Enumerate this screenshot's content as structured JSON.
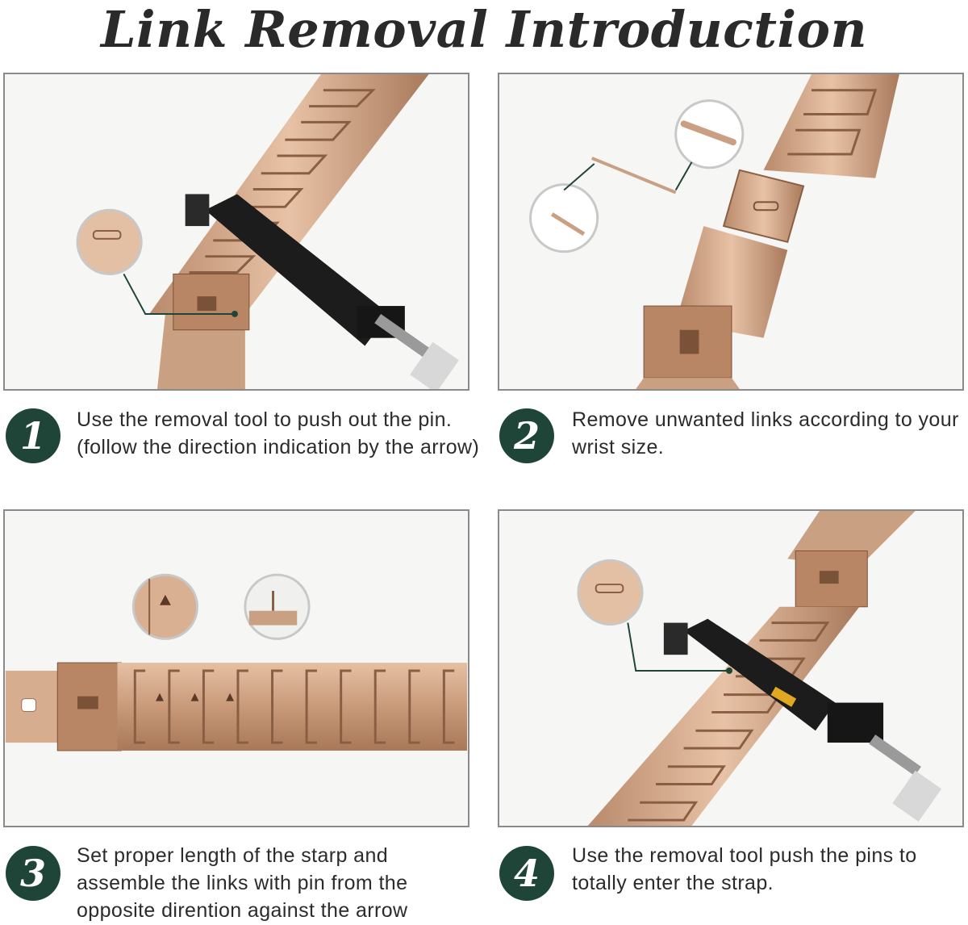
{
  "page": {
    "title": "Link Removal Introduction"
  },
  "colors": {
    "badge": "#1f4538",
    "metal": "#d4a788",
    "metal_dark": "#9c6e52",
    "tool": "#1c1c1c"
  },
  "steps": [
    {
      "number": "1",
      "text": "Use the removal tool to push out the pin. (follow the direction indication by the arrow)"
    },
    {
      "number": "2",
      "text": "Remove unwanted links according to your wrist size."
    },
    {
      "number": "3",
      "text": "Set proper length of the starp and assemble the links with pin from the opposite dirention against the arrow"
    },
    {
      "number": "4",
      "text": "Use the removal tool push the pins to totally enter the strap."
    }
  ]
}
